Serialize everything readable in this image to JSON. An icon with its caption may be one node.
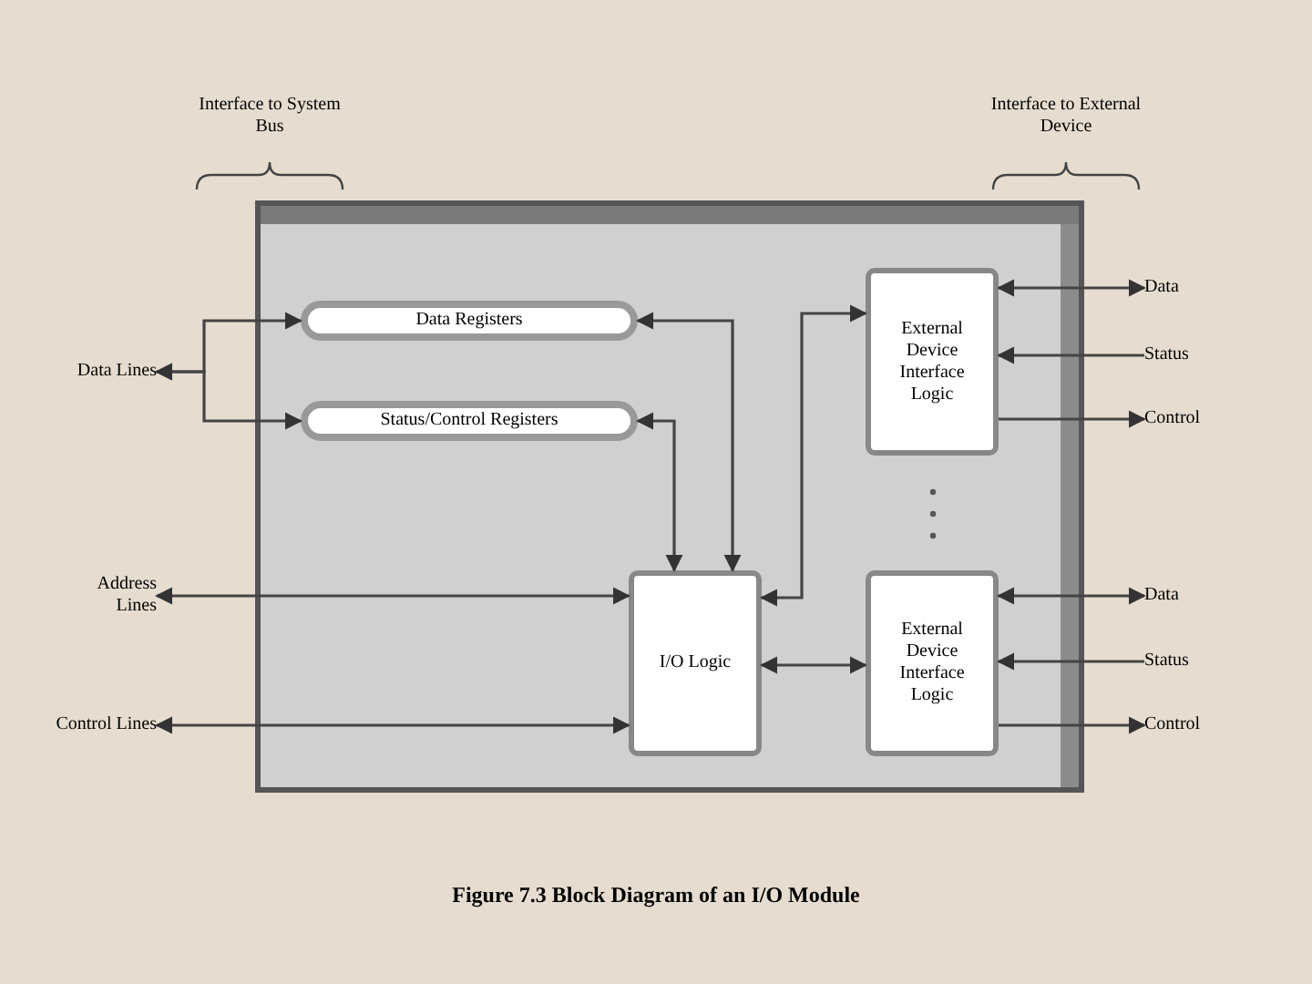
{
  "diagram": {
    "caption": "Figure 7.3 Block Diagram of an I/O Module",
    "nodes": [
      {
        "text": [],
        "shape": "box"
      },
      {
        "text": [
          "Data Registers"
        ],
        "in": 0
      },
      {
        "text": [
          "Status/Control Registers"
        ],
        "in": 0
      },
      {
        "text": [
          "External Device Interface Logic"
        ],
        "in": 0
      },
      {
        "text": [
          "I/O Logic"
        ],
        "in": 0
      },
      {
        "text": [
          "External Device Interface Logic"
        ],
        "in": 0
      },
      {
        "text": [
          "Data Lines"
        ]
      },
      {
        "text": [
          "Address Lines"
        ]
      },
      {
        "text": [
          "Control Lines"
        ]
      },
      {
        "text": [
          "Data"
        ]
      },
      {
        "text": [
          "Status"
        ]
      },
      {
        "text": [
          "Control"
        ]
      },
      {
        "text": [
          "Data"
        ]
      },
      {
        "text": [
          "Status"
        ]
      },
      {
        "text": [
          "Control"
        ]
      }
    ],
    "edges": [
      {
        "from": 6,
        "to": 1,
        "arrow": "both"
      },
      {
        "from": 6,
        "to": 2,
        "arrow": "both"
      },
      {
        "from": 1,
        "to": 4,
        "arrow": "both"
      },
      {
        "from": 2,
        "to": 4,
        "arrow": "both"
      },
      {
        "from": 7,
        "to": 4,
        "arrow": "both"
      },
      {
        "from": 8,
        "to": 4,
        "arrow": "both"
      },
      {
        "from": 4,
        "to": 3,
        "arrow": "both"
      },
      {
        "from": 4,
        "to": 5,
        "arrow": "both"
      },
      {
        "from": 3,
        "to": 9,
        "arrow": "both"
      },
      {
        "from": 10,
        "to": 3,
        "arrow": "to"
      },
      {
        "from": 3,
        "to": 11,
        "arrow": "to"
      },
      {
        "from": 5,
        "to": 12,
        "arrow": "both"
      },
      {
        "from": 13,
        "to": 5,
        "arrow": "to"
      },
      {
        "from": 5,
        "to": 14,
        "arrow": "to"
      }
    ],
    "labels": [
      "Interface to System Bus",
      "Interface to External Device"
    ]
  }
}
